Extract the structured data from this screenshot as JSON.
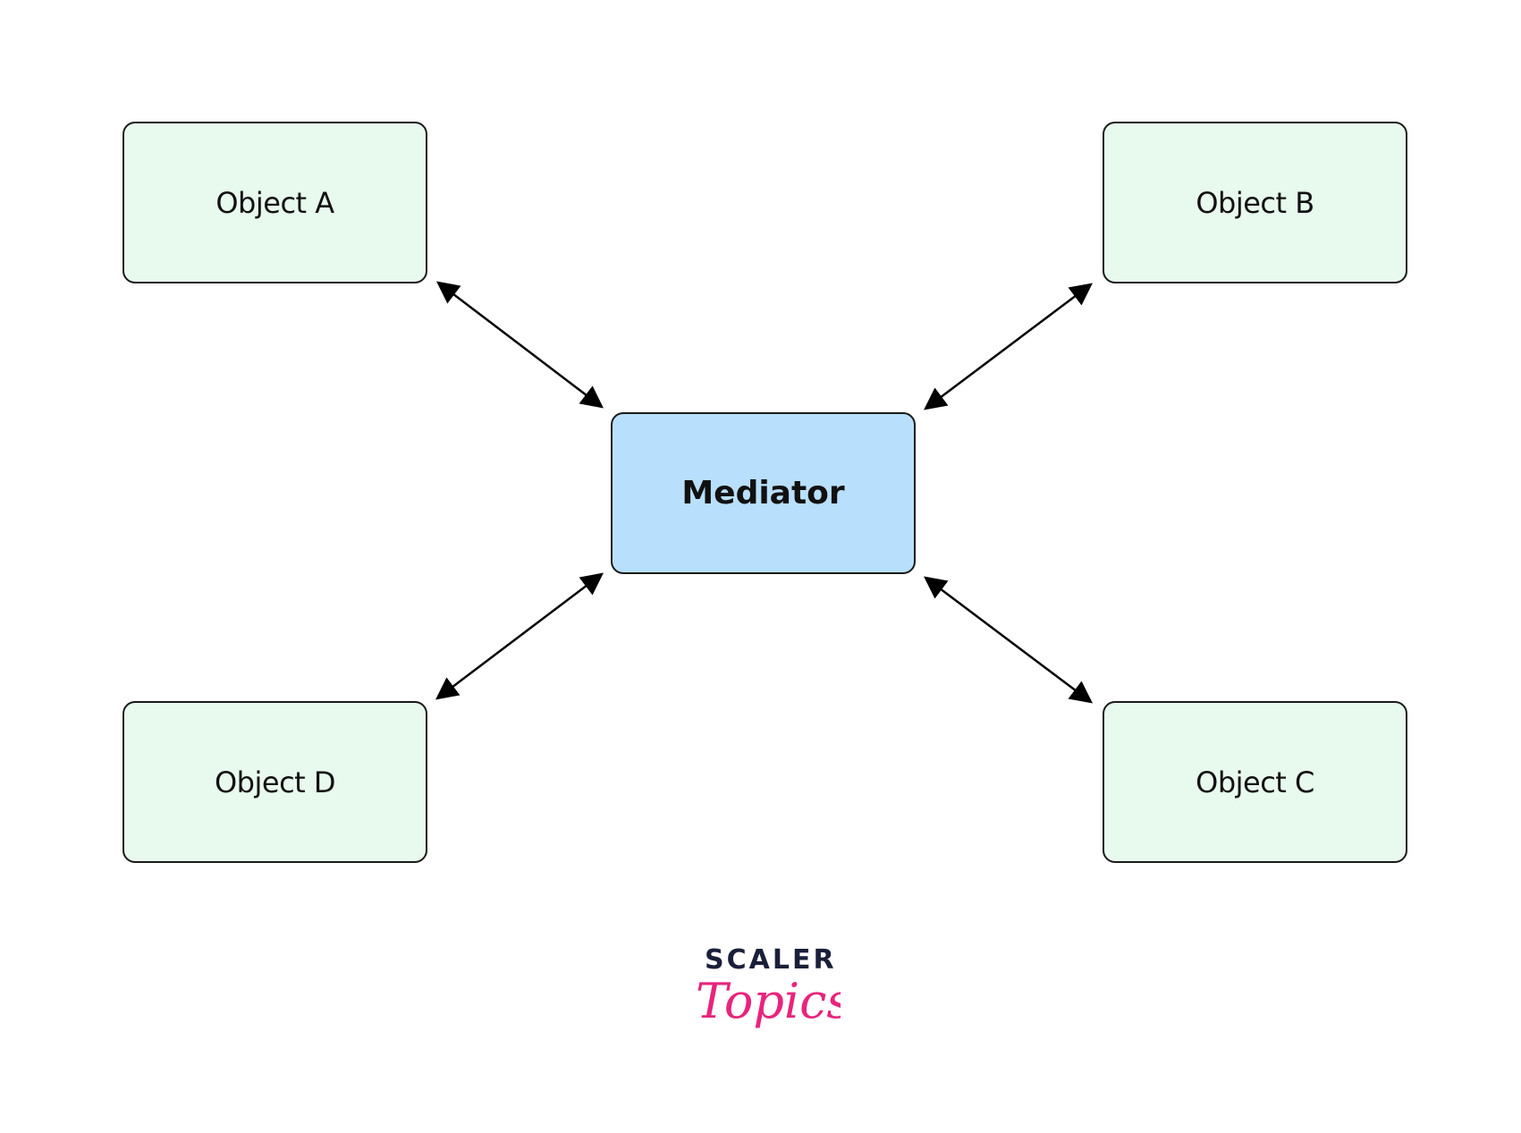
{
  "diagram": {
    "nodes": [
      {
        "id": "a",
        "label": "Object A",
        "fill": "#e8f9ee"
      },
      {
        "id": "b",
        "label": "Object B",
        "fill": "#e8f9ee"
      },
      {
        "id": "mediator",
        "label": "Mediator",
        "fill": "#b8dffc"
      },
      {
        "id": "d",
        "label": "Object D",
        "fill": "#e8f9ee"
      },
      {
        "id": "c",
        "label": "Object C",
        "fill": "#e8f9ee"
      }
    ],
    "edges": [
      {
        "from": "a",
        "to": "mediator",
        "bidirectional": true
      },
      {
        "from": "b",
        "to": "mediator",
        "bidirectional": true
      },
      {
        "from": "d",
        "to": "mediator",
        "bidirectional": true
      },
      {
        "from": "c",
        "to": "mediator",
        "bidirectional": true
      }
    ],
    "stroke_color": "#000000"
  },
  "logo": {
    "line1": "SCALER",
    "line2": "Topics",
    "line1_color": "#1a1f3a",
    "line2_color": "#e8247c"
  }
}
